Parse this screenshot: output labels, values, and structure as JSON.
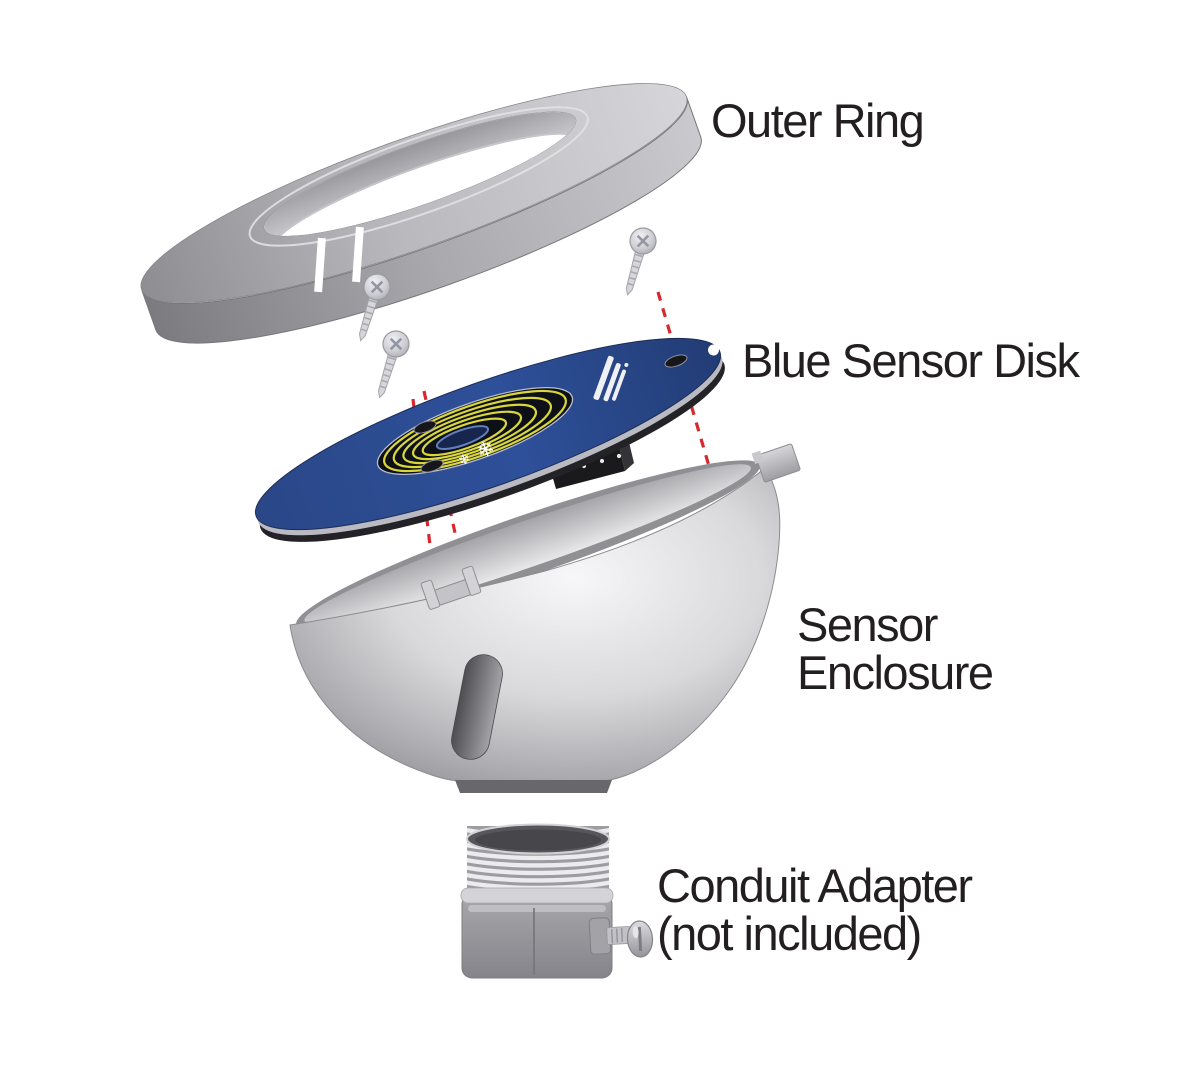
{
  "diagram": {
    "kind": "exploded-assembly-diagram",
    "labels": {
      "outer_ring": "Outer Ring",
      "blue_sensor_disk": "Blue Sensor Disk",
      "sensor_enclosure_line1": "Sensor",
      "sensor_enclosure_line2": "Enclosure",
      "conduit_adapter_line1": "Conduit Adapter",
      "conduit_adapter_line2": "(not included)"
    },
    "icons": {
      "snowflake_large": "❄",
      "snowflake_small": "❄"
    },
    "colors": {
      "background": "#ffffff",
      "label_text": "#231f20",
      "disk_blue": "#2a4a8c",
      "coil_yellow": "#d9d63c",
      "alignment_line_red": "#d7282f",
      "metal_gray": "#b4b4b8",
      "connector_black": "#1a1a1d"
    }
  }
}
